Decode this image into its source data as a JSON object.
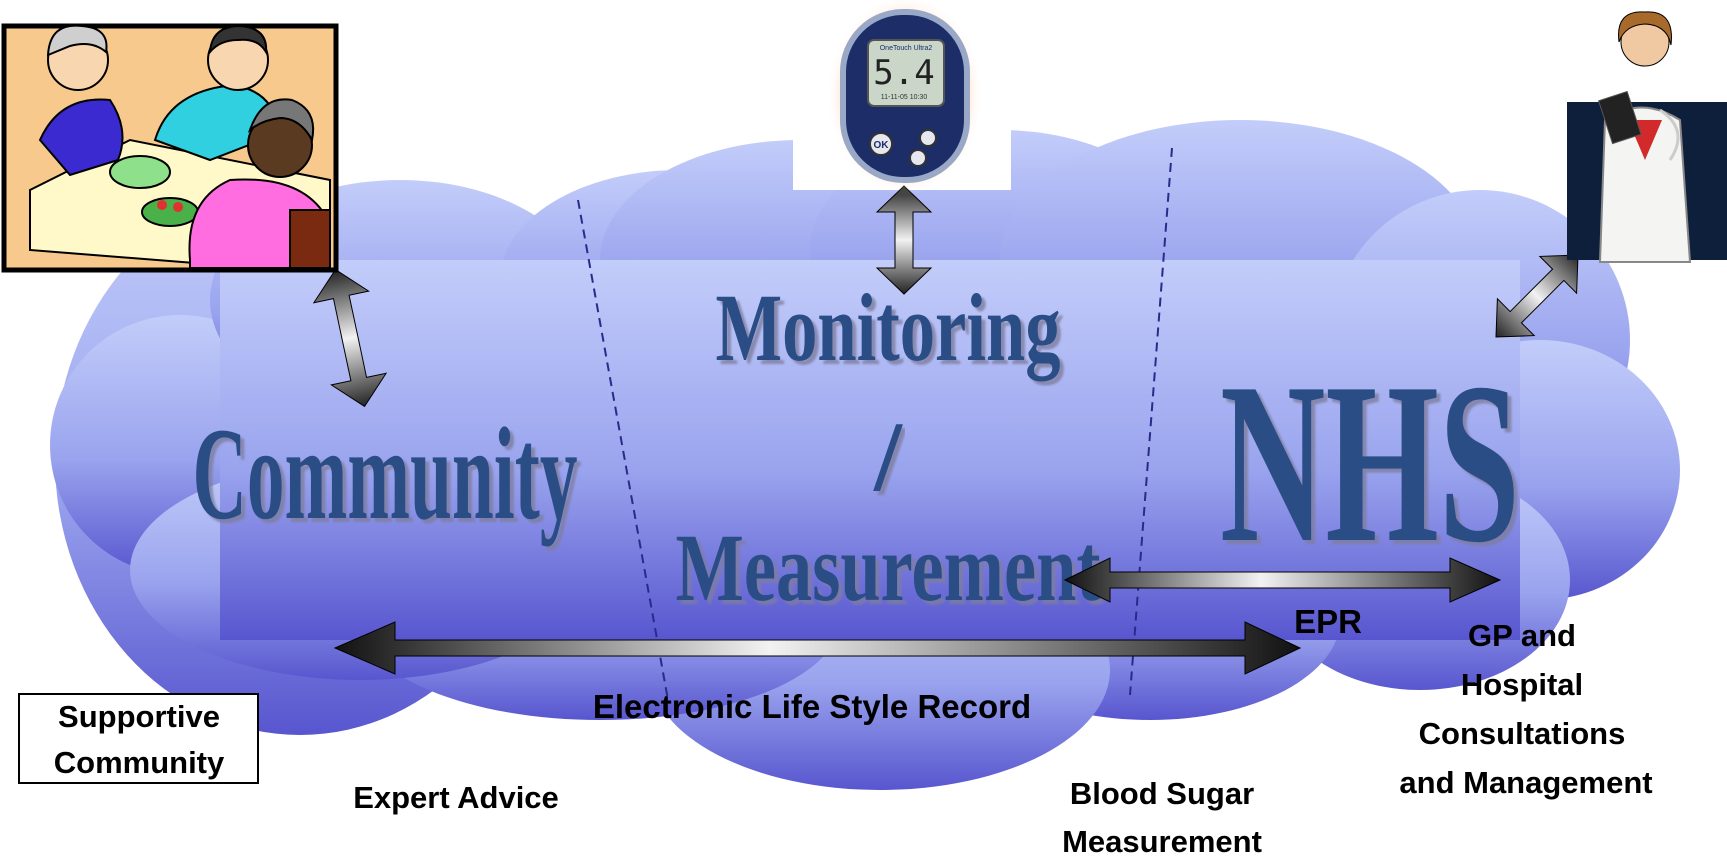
{
  "regions": {
    "community": "Community",
    "monitoring_line1": "Monitoring",
    "monitoring_line2": "/",
    "monitoring_line3": "Measurement",
    "nhs": "NHS"
  },
  "meter": {
    "reading": "5.4",
    "date_time": "11-11-05  10:30",
    "brand": "OneTouch Ultra2",
    "ok_label": "OK"
  },
  "links": {
    "epr": "EPR",
    "lifestyle_record": "Electronic Life Style Record"
  },
  "captions": {
    "supportive_community_line1": "Supportive",
    "supportive_community_line2": "Community",
    "expert_advice": "Expert Advice",
    "blood_sugar_line1": "Blood Sugar",
    "blood_sugar_line2": "Measurement",
    "gp_line1": "GP and",
    "gp_line2": "Hospital",
    "gp_line3": "Consultations",
    "gp_line4": "and Management"
  },
  "colors": {
    "cloud_top": "#c3cdfa",
    "cloud_bottom": "#5856cf",
    "title_text": "#2a4e86",
    "divider": "#2a2a8a",
    "clipart_bg": "#f7c98c",
    "doctor_bg": "#0e1f3c"
  }
}
